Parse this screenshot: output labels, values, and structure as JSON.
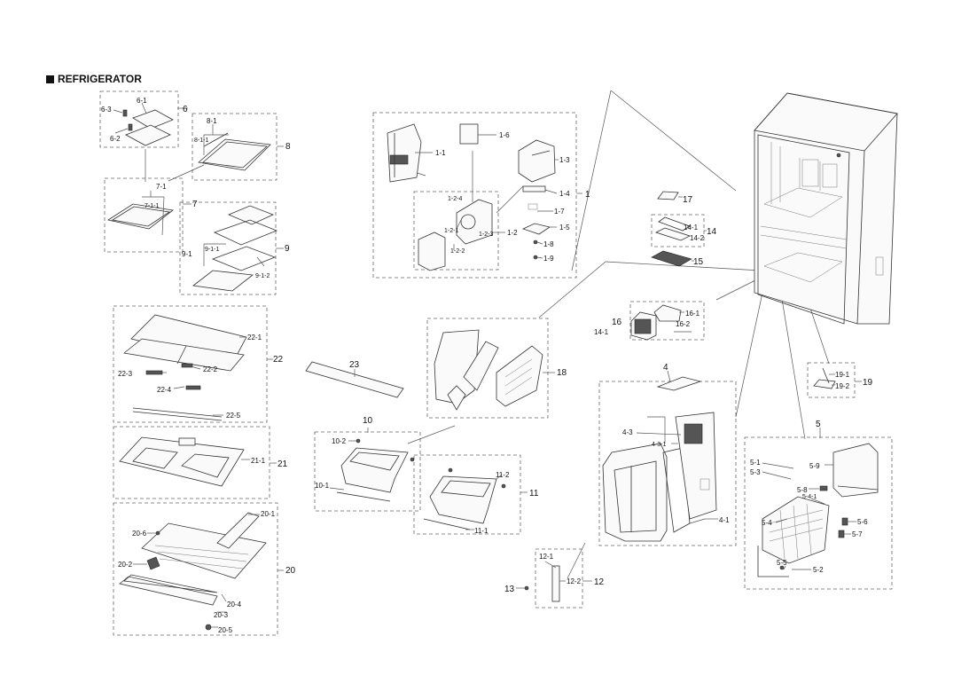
{
  "heading": {
    "title": "REFRIGERATOR"
  },
  "groups": [
    {
      "id": "g6",
      "labels": [
        "6",
        "6-1",
        "6-2",
        "6-3"
      ]
    },
    {
      "id": "g8",
      "labels": [
        "8",
        "8-1",
        "8-1-1"
      ]
    },
    {
      "id": "g7",
      "labels": [
        "7",
        "7-1",
        "7-1-1"
      ]
    },
    {
      "id": "g9",
      "labels": [
        "9",
        "9-1",
        "9-1-1",
        "9-1-2"
      ]
    },
    {
      "id": "g1",
      "labels": [
        "1",
        "1-1",
        "1-2",
        "1-2-1",
        "1-2-2",
        "1-2-3",
        "1-2-4",
        "1-3",
        "1-4",
        "1-5",
        "1-6",
        "1-7",
        "1-8",
        "1-9"
      ]
    },
    {
      "id": "g14",
      "labels": [
        "14",
        "14-1",
        "14-2",
        "15",
        "17"
      ]
    },
    {
      "id": "g16",
      "labels": [
        "16",
        "16-1",
        "16-2",
        "14-1"
      ]
    },
    {
      "id": "g22",
      "labels": [
        "22",
        "22-1",
        "22-2",
        "22-3",
        "22-4",
        "22-5"
      ]
    },
    {
      "id": "g23",
      "labels": [
        "23"
      ]
    },
    {
      "id": "g18",
      "labels": [
        "18"
      ]
    },
    {
      "id": "g4",
      "labels": [
        "4",
        "4-1",
        "4-3",
        "4-3-1"
      ]
    },
    {
      "id": "g19",
      "labels": [
        "19",
        "19-1",
        "19-2"
      ]
    },
    {
      "id": "g10",
      "labels": [
        "10",
        "10-1",
        "10-2"
      ]
    },
    {
      "id": "g11",
      "labels": [
        "11",
        "11-1",
        "11-2"
      ]
    },
    {
      "id": "g21",
      "labels": [
        "21",
        "21-1"
      ]
    },
    {
      "id": "g5",
      "labels": [
        "5",
        "5-1",
        "5-2",
        "5-3",
        "5-4",
        "5-4-1",
        "5-5",
        "5-6",
        "5-7",
        "5-8",
        "5-9"
      ]
    },
    {
      "id": "g20",
      "labels": [
        "20",
        "20-1",
        "20-2",
        "20-3",
        "20-4",
        "20-5",
        "20-6"
      ]
    },
    {
      "id": "g12",
      "labels": [
        "12",
        "12-1",
        "12-2",
        "13"
      ]
    }
  ]
}
